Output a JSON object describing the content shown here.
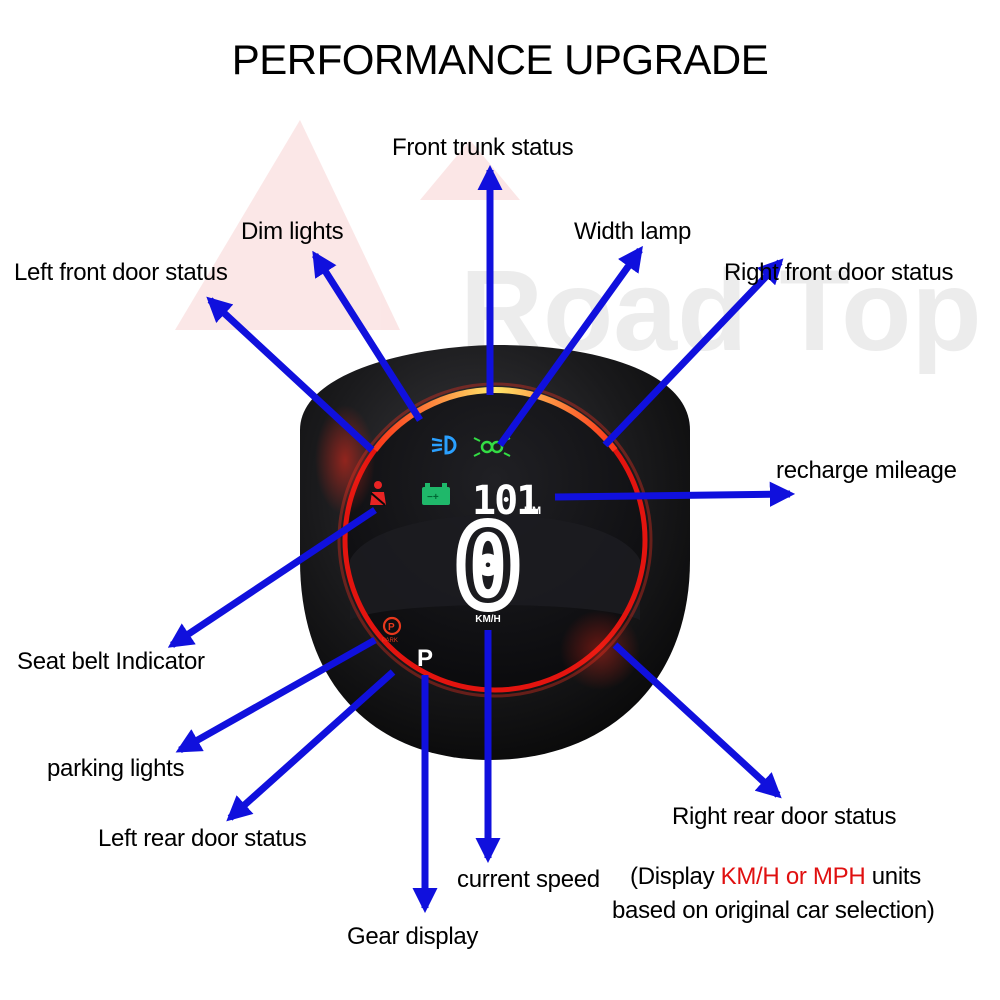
{
  "title": "PERFORMANCE UPGRADE",
  "watermark": "Road Top",
  "colors": {
    "arrow": "#1010dd",
    "highlight": "#e01010",
    "ring": "#e3140f",
    "display_white": "#ffffff"
  },
  "display": {
    "mileage": "101",
    "mileage_unit": "KM",
    "speed": "0",
    "speed_unit": "KM/H",
    "gear": "P",
    "park_badge": "PARK",
    "icons": [
      "dim-lights-icon",
      "width-lamp-icon",
      "battery-icon",
      "seatbelt-icon",
      "parking-brake-icon"
    ]
  },
  "labels": {
    "front_trunk": "Front trunk status",
    "dim_lights": "Dim lights",
    "width_lamp": "Width lamp",
    "left_front_door": "Left front door  status",
    "right_front_door": "Right front door status",
    "recharge_mileage": "recharge mileage",
    "seat_belt": "Seat belt Indicator",
    "parking_lights": "parking lights",
    "left_rear_door": "Left rear door status",
    "right_rear_door": "Right rear door  status",
    "gear_display": "Gear display",
    "current_speed": "current speed",
    "units_note_prefix": "(Display ",
    "units_note_highlight": "KM/H or MPH",
    "units_note_suffix": " units",
    "units_note_line2": "based on original car selection)"
  }
}
